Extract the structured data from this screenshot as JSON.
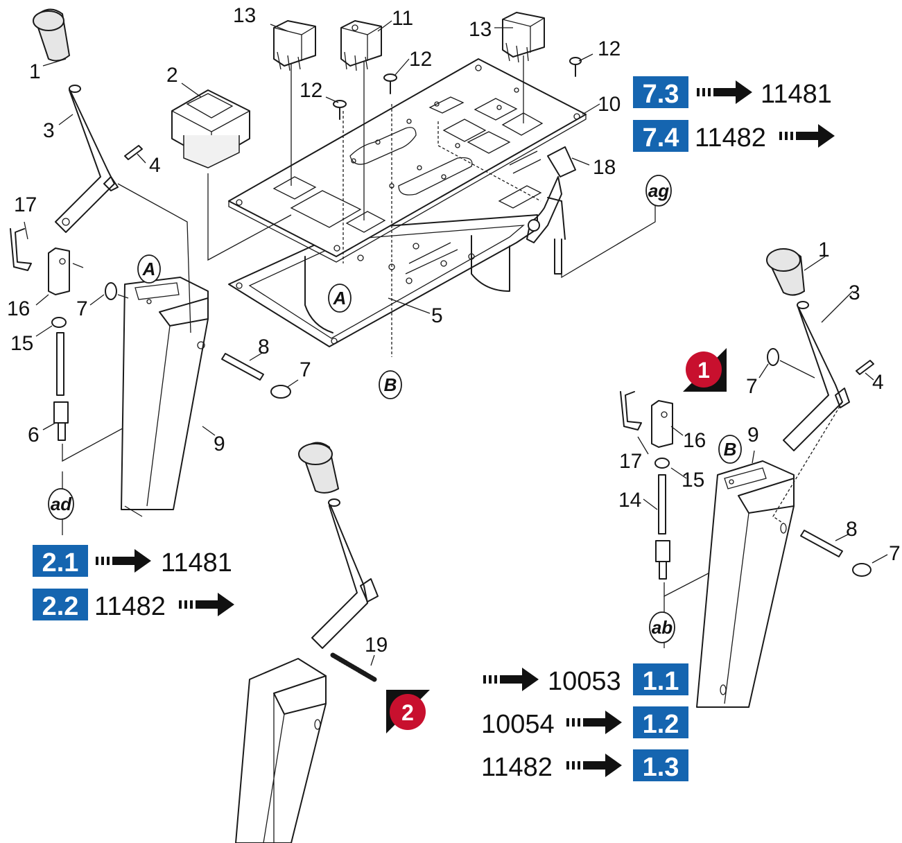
{
  "colors": {
    "ref_box": "#1565b0",
    "view_badge": "#c8102e",
    "line": "#1a1a1a",
    "knob": "#e6e6e6"
  },
  "part_numbers": {
    "p1": "1",
    "p2": "2",
    "p3": "3",
    "p4": "4",
    "p5": "5",
    "p6": "6",
    "p7": "7",
    "p8": "8",
    "p9": "9",
    "p10": "10",
    "p11": "11",
    "p12": "12",
    "p13": "13",
    "p14": "14",
    "p15": "15",
    "p16": "16",
    "p17": "17",
    "p18": "18",
    "p19": "19"
  },
  "connectors": {
    "A": "A",
    "B": "B",
    "ad": "ad",
    "ab": "ab",
    "ag": "ag"
  },
  "views": {
    "v1": "1",
    "v2": "2"
  },
  "references": [
    {
      "code": "7.3",
      "number": "11481",
      "arrow": "right-dotted-arrow-icon"
    },
    {
      "code": "7.4",
      "number": "11482",
      "arrow": "right-dotted-arrow-icon"
    },
    {
      "code": "2.1",
      "number": "11481",
      "arrow": "right-dotted-arrow-icon"
    },
    {
      "code": "2.2",
      "number": "11482",
      "arrow": "right-dotted-arrow-icon"
    },
    {
      "code": "1.1",
      "number": "10053",
      "arrow": "right-dotted-arrow-icon"
    },
    {
      "code": "1.2",
      "number": "10054",
      "arrow": "right-dotted-arrow-icon"
    },
    {
      "code": "1.3",
      "number": "11482",
      "arrow": "right-dotted-arrow-icon"
    }
  ]
}
